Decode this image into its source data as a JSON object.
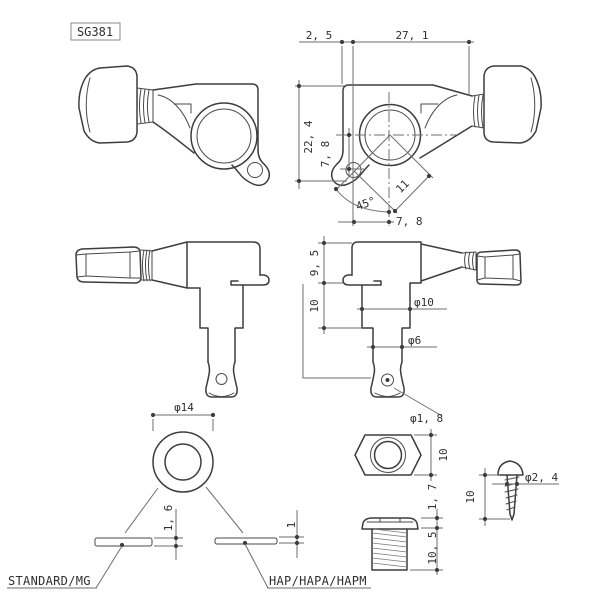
{
  "part_label": "SG381",
  "dimensions": {
    "offset_2_5": "2, 5",
    "width_27_1": "27, 1",
    "height_22_4": "22, 4",
    "center_to_screw_vert": "7, 8",
    "angle_45": "45°",
    "diagonal_11": "11",
    "center_to_screw_horiz": "7, 8",
    "housing_height_9_5": "9, 5",
    "bushing_section_10": "10",
    "post_diameter": "φ10",
    "shaft_diameter": "φ6",
    "string_hole_diameter": "φ1, 8",
    "washer_diameter": "φ14",
    "washer_standard_thickness": "1, 6",
    "washer_hap_thickness": "1",
    "nut_width_10": "10",
    "bushing_flange_1_7": "1, 7",
    "bushing_thread_10_5": "10, 5",
    "screw_diameter": "φ2, 4",
    "screw_length_10": "10"
  },
  "variant_labels": {
    "standard": "STANDARD/MG",
    "hap": "HAP/HAPA/HAPM"
  }
}
